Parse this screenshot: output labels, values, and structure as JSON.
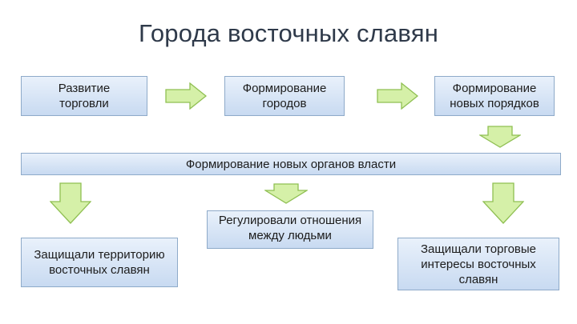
{
  "title": "Города восточных славян",
  "boxes": {
    "trade": "Развитие\nторговли",
    "cities": "Формирование\nгородов",
    "orders": "Формирование\nновых порядков",
    "authority": "Формирование новых органов власти",
    "defend": "Защищали территорию\nвосточных славян",
    "regulate": "Регулировали отношения\nмежду людьми",
    "trade_interests": "Защищали торговые\nинтересы восточных\nславян"
  },
  "colors": {
    "box_fill_top": "#e9f1fb",
    "box_fill_bottom": "#c8daf1",
    "box_border": "#8eaac9",
    "arrow_fill": "#d5f0a8",
    "arrow_border": "#8fbf52"
  }
}
